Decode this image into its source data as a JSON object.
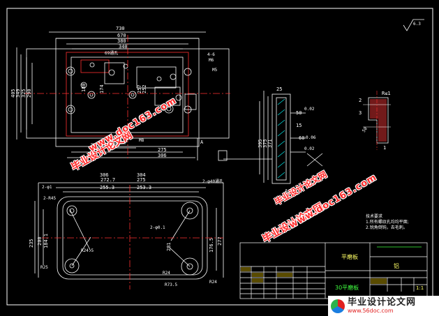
{
  "roughness": "6.3",
  "top_view": {
    "dims_top": [
      "730",
      "670",
      "380",
      "340"
    ],
    "dims_left": [
      "405",
      "349",
      "325",
      "290"
    ],
    "dims_bottom": [
      "175",
      "127",
      "275",
      "306"
    ],
    "inner_labels": [
      "69通孔",
      "M6",
      "M5",
      "4-6",
      "M8",
      "180",
      "174",
      "252",
      "257"
    ]
  },
  "bottom_view": {
    "dims_top": [
      "306",
      "304",
      "272.7",
      "275",
      "255.3",
      "253.3"
    ],
    "left_labels": [
      "2-φ1",
      "2-R45",
      "235",
      "200",
      "184.1",
      "R25",
      "R24.5"
    ],
    "right_labels": [
      "2-φ40通孔",
      "2-φ0.1",
      "281",
      "176.5",
      "277",
      "R24",
      "R73.5"
    ]
  },
  "section": {
    "label": "A-A",
    "dims": [
      "25",
      "395",
      "375",
      "371",
      "15",
      "50",
      "60",
      "0.06",
      "0.02",
      "0.02"
    ]
  },
  "detail": {
    "label": "R≤1",
    "numbers": [
      "1",
      "2",
      "3",
      "50"
    ]
  },
  "notes": {
    "heading": "技术要求",
    "lines": [
      "1.所有螺纹孔均均平面;",
      "2.锐角倒钝，去毛刺。"
    ]
  },
  "title_block": {
    "title": "平磨板",
    "material": "铝",
    "part": "30平磨板",
    "scale": "1:1"
  },
  "watermarks": [
    "毕业设计论文网",
    "www.doc163.com",
    "毕业设计论文网",
    "www.doc163.com",
    "毕业设计论文网"
  ],
  "footer": {
    "name": "毕业设计论文网",
    "url": "www.56doc.com"
  }
}
